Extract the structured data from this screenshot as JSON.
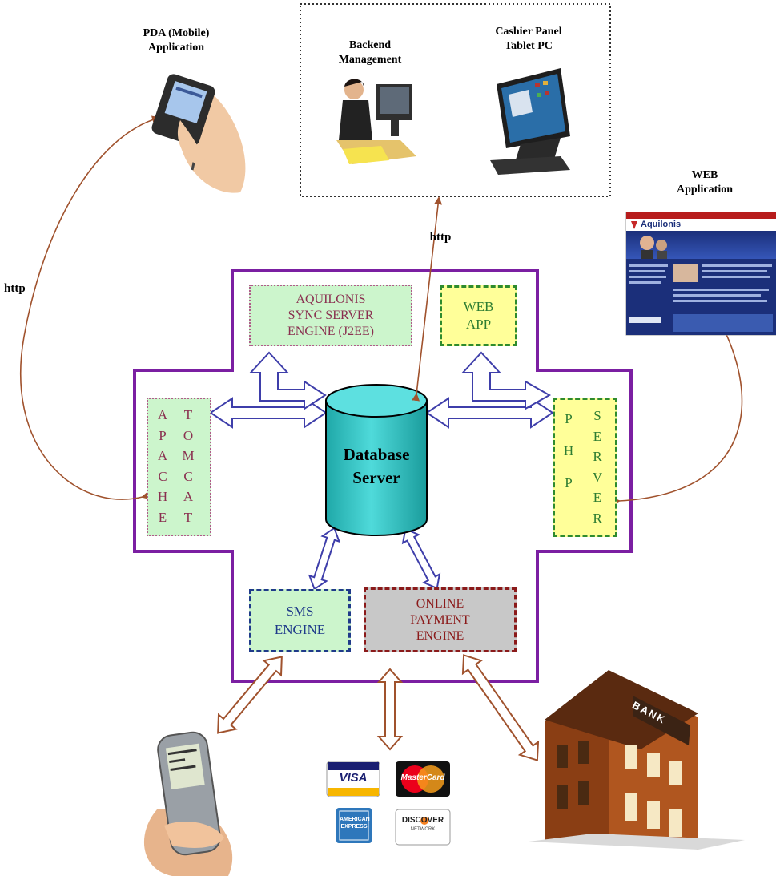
{
  "labels": {
    "pda": "PDA (Mobile)\nApplication",
    "backend": "Backend\nManagement",
    "cashier": "Cashier Panel\nTablet PC",
    "web_application": "WEB\nApplication",
    "http_left": "http",
    "http_top": "http",
    "sync_server": "AQUILONIS\nSYNC SERVER\nENGINE (J2EE)",
    "web_app": "WEB\nAPP",
    "database": "Database\nServer",
    "sms": "SMS\nENGINE",
    "payment": "ONLINE\nPAYMENT\nENGINE",
    "apache_col1": [
      "A",
      "P",
      "A",
      "C",
      "H",
      "E"
    ],
    "apache_col2": [
      "T",
      "O",
      "M",
      "C",
      "A",
      "T"
    ],
    "php": [
      "P",
      "H",
      "P"
    ],
    "server": [
      "S",
      "E",
      "R",
      "V",
      "E",
      "R"
    ]
  },
  "website": {
    "brand": "Aquilonis"
  },
  "cards": {
    "visa": "VISA",
    "mastercard": "MasterCard",
    "amex": "AMERICAN EXPRESS",
    "discover": "DISCOVER",
    "discover_sub": "NETWORK"
  },
  "bank": {
    "sign": "BANK"
  },
  "colors": {
    "purple_frame": "#7b1fa2",
    "db_fill": "#36c4c4",
    "green_box": "#ccf5cc",
    "yellow_box": "#ffff99",
    "gray_box": "#c8c8c8",
    "connector_brown": "#a0522d",
    "arrow_blue": "#3e3eaa"
  }
}
